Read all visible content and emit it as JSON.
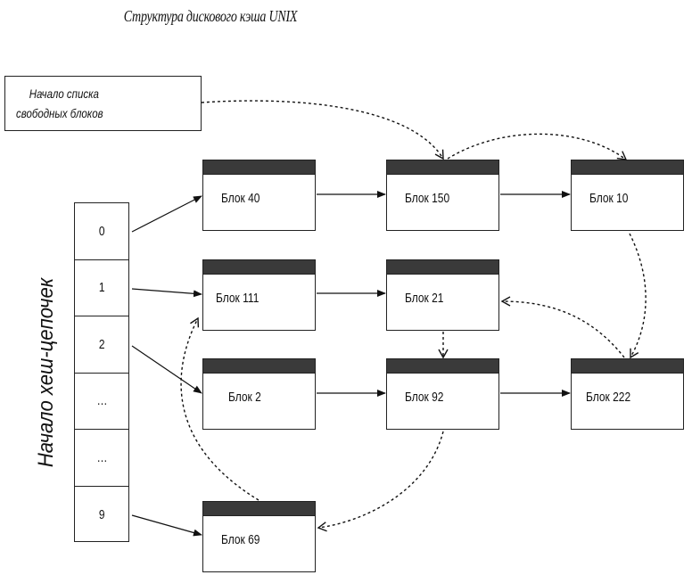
{
  "title": "Структура дискового кэша UNIX",
  "free_list_label": [
    "Начало списка",
    "свободных блоков"
  ],
  "hash_label": "Начало хеш-цепочек",
  "hash_cells": [
    "0",
    "1",
    "2",
    "…",
    "…",
    "9"
  ],
  "blocks": [
    {
      "id": "b40",
      "label": "Блок 40"
    },
    {
      "id": "b150",
      "label": "Блок 150"
    },
    {
      "id": "b10",
      "label": "Блок 10"
    },
    {
      "id": "b111",
      "label": "Блок 111"
    },
    {
      "id": "b21",
      "label": "Блок 21"
    },
    {
      "id": "b2",
      "label": "Блок 2"
    },
    {
      "id": "b92",
      "label": "Блок 92"
    },
    {
      "id": "b222",
      "label": "Блок 222"
    },
    {
      "id": "b69",
      "label": "Блок 69"
    }
  ],
  "hash_links": [
    {
      "from_cell": "0",
      "to": "Блок 40"
    },
    {
      "from_cell": "1",
      "to": "Блок 111"
    },
    {
      "from_cell": "2",
      "to": "Блок 2"
    },
    {
      "from_cell": "9",
      "to": "Блок 69"
    }
  ],
  "hash_chain_links": [
    {
      "from": "Блок 40",
      "to": "Блок 150"
    },
    {
      "from": "Блок 150",
      "to": "Блок 10"
    },
    {
      "from": "Блок 111",
      "to": "Блок 21"
    },
    {
      "from": "Блок 2",
      "to": "Блок 92"
    },
    {
      "from": "Блок 92",
      "to": "Блок 222"
    }
  ],
  "free_list_links": [
    {
      "from": "Начало списка свободных блоков",
      "to": "Блок 150"
    },
    {
      "from": "Блок 150",
      "to": "Блок 10"
    },
    {
      "from": "Блок 10",
      "to": "Блок 222"
    },
    {
      "from": "Блок 222",
      "to": "Блок 21"
    },
    {
      "from": "Блок 21",
      "to": "Блок 92"
    },
    {
      "from": "Блок 92",
      "to": "Блок 69"
    },
    {
      "from": "Блок 69",
      "to": "Блок 111"
    }
  ]
}
